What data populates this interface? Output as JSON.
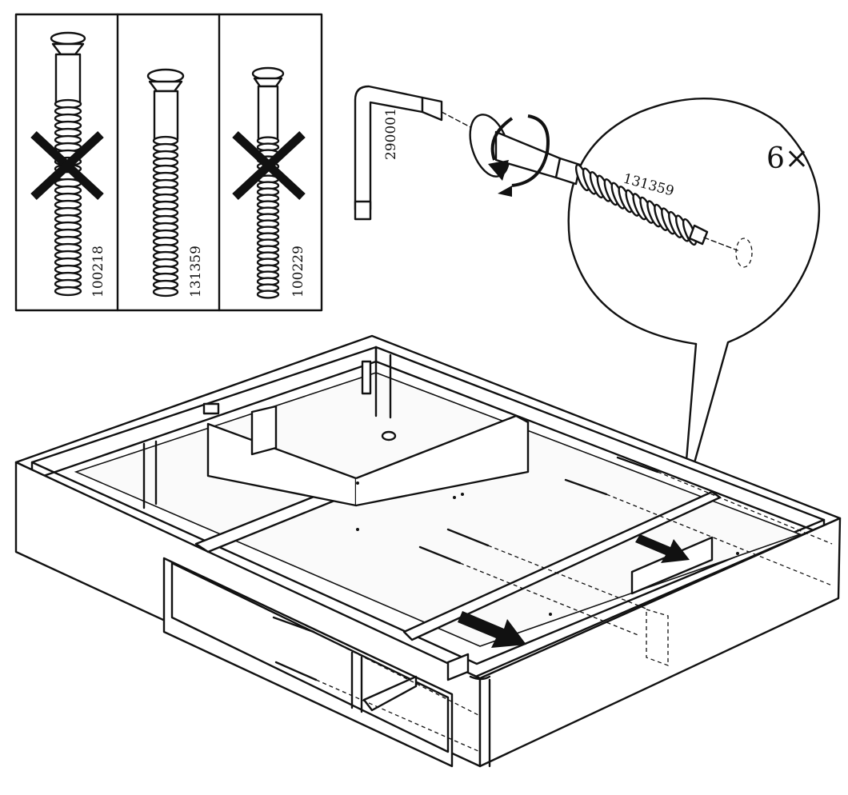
{
  "panel": {
    "screws": [
      {
        "part": "100218",
        "status": "crossed",
        "icon": "cross-icon"
      },
      {
        "part": "131359",
        "status": "correct"
      },
      {
        "part": "100229",
        "status": "crossed",
        "icon": "cross-icon"
      }
    ]
  },
  "tool": {
    "part": "290001",
    "icon": "allen-key-icon"
  },
  "callout": {
    "screw_part": "131359",
    "quantity": "6×",
    "icon": "rotate-arrow-icon"
  },
  "frame": {
    "icons": [
      "bed-frame-icon",
      "slide-arrow-icon"
    ]
  }
}
